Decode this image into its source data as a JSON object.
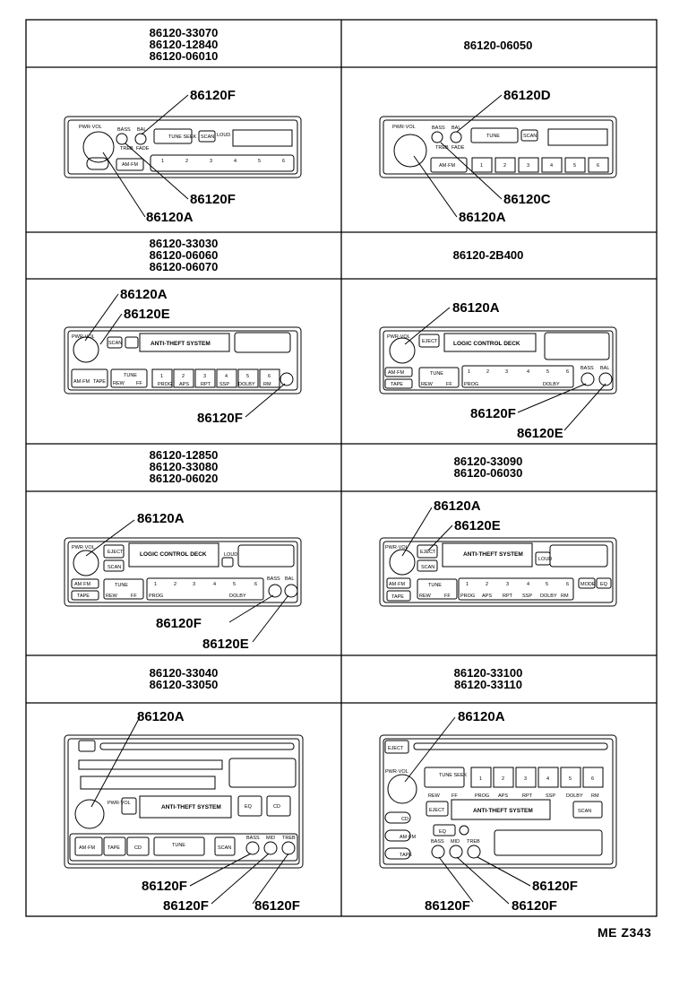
{
  "cells": [
    {
      "part_numbers": [
        "86120-33070",
        "86120-12840",
        "86120-06010"
      ]
    },
    {
      "part_numbers": [
        "86120-06050"
      ]
    },
    {
      "part_numbers": [
        "86120-33030",
        "86120-06060",
        "86120-06070"
      ]
    },
    {
      "part_numbers": [
        "86120-2B400"
      ]
    },
    {
      "part_numbers": [
        "86120-12850",
        "86120-33080",
        "86120-06020"
      ]
    },
    {
      "part_numbers": [
        "86120-33090",
        "86120-06030"
      ]
    },
    {
      "part_numbers": [
        "86120-33040",
        "86120-33050"
      ]
    },
    {
      "part_numbers": [
        "86120-33100",
        "86120-33110"
      ]
    }
  ],
  "callouts": {
    "a": "86120A",
    "c": "86120C",
    "d": "86120D",
    "e": "86120E",
    "f": "86120F"
  },
  "radio_labels": {
    "pwr_vol": "PWR·VOL",
    "bass": "BASS",
    "bal": "BAL",
    "treb": "TREB",
    "fade": "FADE",
    "tune_seek": "TUNE SEEK",
    "tune": "TUNE",
    "scan": "SCAN",
    "loud": "LOUD",
    "am_fm": "AM·FM",
    "tape": "TAPE",
    "eject": "EJECT",
    "rew": "REW",
    "ff": "FF",
    "prog": "PROG",
    "aps": "APS",
    "rpt": "RPT",
    "ssp": "SSP",
    "dolby": "DOLBY",
    "rm": "RM",
    "anti_theft": "ANTI-THEFT SYSTEM",
    "logic_deck": "LOGIC CONTROL DECK",
    "eq": "EQ",
    "cd": "CD",
    "mid": "MID",
    "mode": "MODE",
    "presets": [
      "1",
      "2",
      "3",
      "4",
      "5",
      "6"
    ]
  },
  "footer": "ME Z343"
}
